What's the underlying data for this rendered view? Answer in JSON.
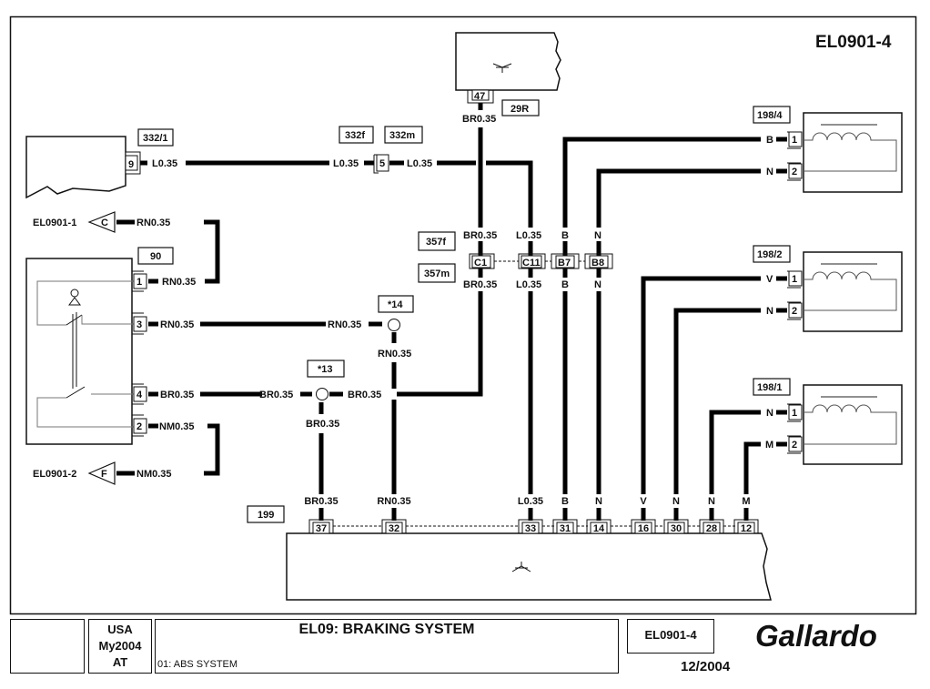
{
  "page_code": "EL0901-4",
  "components": {
    "c332_1": {
      "label": "332/1",
      "pin": "9",
      "wire": "L0.35"
    },
    "c332": {
      "label_f": "332f",
      "label_m": "332m",
      "pin": "5",
      "wire_left": "L0.35",
      "wire_right": "L0.35"
    },
    "c47": {
      "pin": "47",
      "label": "29R",
      "wire": "BR0.35"
    },
    "ref_c": {
      "page": "EL0901-1",
      "letter": "C",
      "wire": "RN0.35"
    },
    "ref_f": {
      "page": "EL0901-2",
      "letter": "F",
      "wire": "NM0.35"
    },
    "c90": {
      "label": "90",
      "pins": [
        {
          "pin": "1",
          "wire": "RN0.35"
        },
        {
          "pin": "3",
          "wire": "RN0.35"
        },
        {
          "pin": "4",
          "wire": "BR0.35"
        },
        {
          "pin": "2",
          "wire": "NM0.35"
        }
      ]
    },
    "splice14": {
      "label": "*14",
      "wire_left": "RN0.35",
      "wire_down": "RN0.35"
    },
    "splice13": {
      "label": "*13",
      "wire_left": "BR0.35",
      "wire_right": "BR0.35",
      "wire_down": "BR0.35"
    },
    "c357": {
      "label_f": "357f",
      "label_m": "357m",
      "pins": [
        {
          "pin": "C1",
          "wire_top": "BR0.35",
          "wire_bottom": "BR0.35"
        },
        {
          "pin": "C11",
          "wire_top": "L0.35",
          "wire_bottom": "L0.35"
        },
        {
          "pin": "B7",
          "wire_top": "B",
          "wire_bottom": "B"
        },
        {
          "pin": "B8",
          "wire_top": "N",
          "wire_bottom": "N"
        }
      ]
    },
    "c198_4": {
      "label": "198/4",
      "pins": [
        {
          "pin": "1",
          "wire": "B"
        },
        {
          "pin": "2",
          "wire": "N"
        }
      ]
    },
    "c198_2": {
      "label": "198/2",
      "pins": [
        {
          "pin": "1",
          "wire": "V"
        },
        {
          "pin": "2",
          "wire": "N"
        }
      ]
    },
    "c198_1": {
      "label": "198/1",
      "pins": [
        {
          "pin": "1",
          "wire": "N"
        },
        {
          "pin": "2",
          "wire": "M"
        }
      ]
    },
    "c199": {
      "label": "199",
      "pins": [
        {
          "pin": "37",
          "wire": "BR0.35"
        },
        {
          "pin": "32",
          "wire": "RN0.35"
        },
        {
          "pin": "33",
          "wire": "L0.35"
        },
        {
          "pin": "31",
          "wire": "B"
        },
        {
          "pin": "14",
          "wire": "N"
        },
        {
          "pin": "16",
          "wire": "V"
        },
        {
          "pin": "30",
          "wire": "N"
        },
        {
          "pin": "28",
          "wire": "N"
        },
        {
          "pin": "12",
          "wire": "M"
        }
      ]
    }
  },
  "title_block": {
    "market": "USA",
    "model_year": "My2004",
    "transmission": "AT",
    "system_title": "EL09: BRAKING SYSTEM",
    "subsystem": "01: ABS SYSTEM",
    "page_code": "EL0901-4",
    "date": "12/2004",
    "model": "Gallardo"
  }
}
